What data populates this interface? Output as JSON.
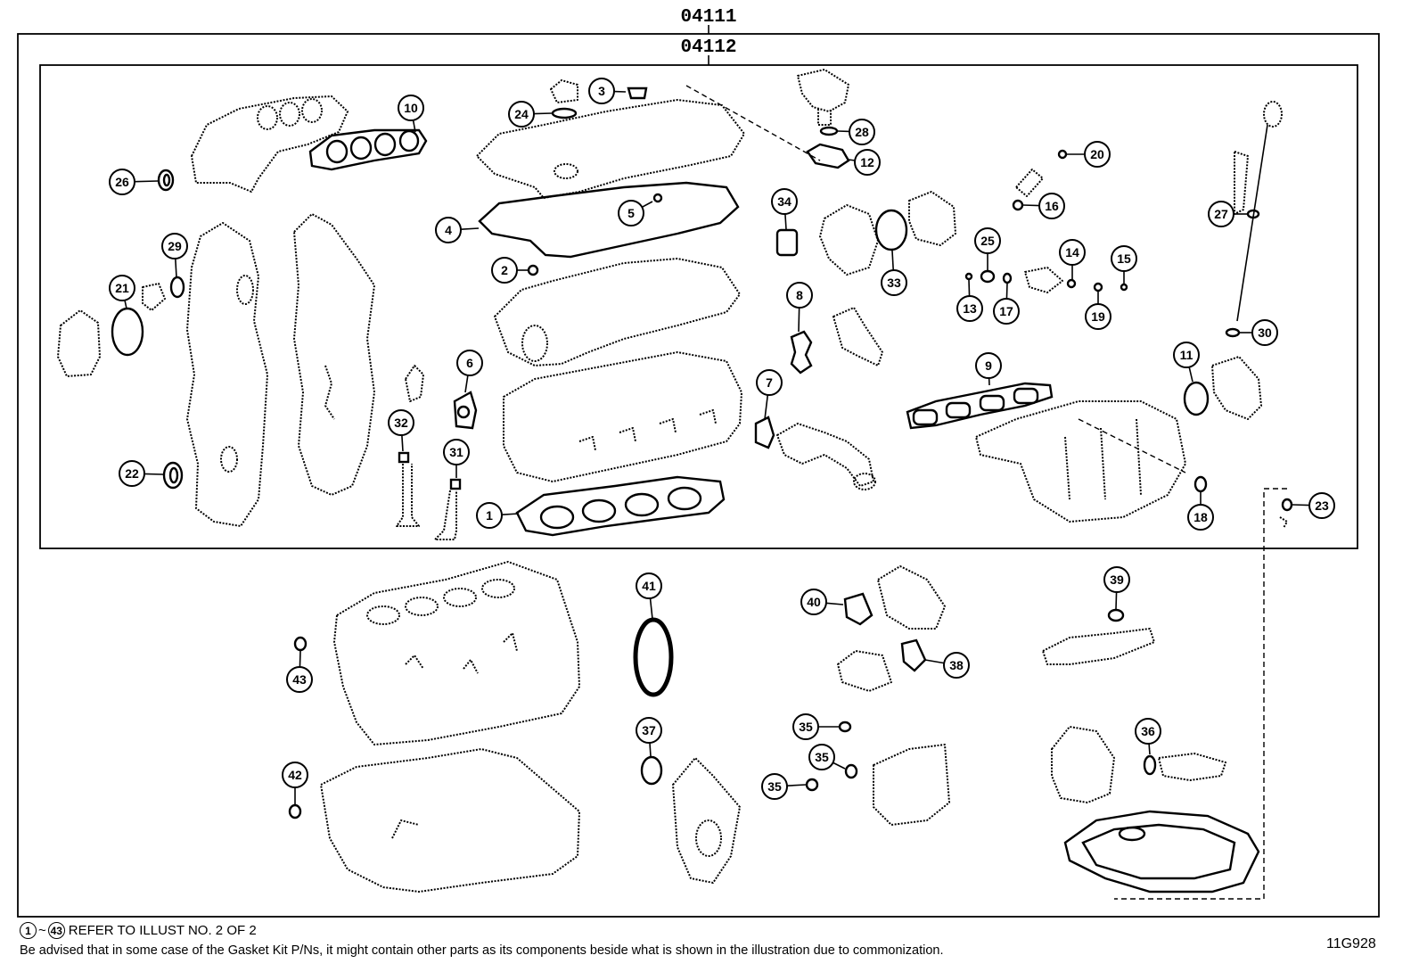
{
  "kit_outer": {
    "code": "04111"
  },
  "kit_inner": {
    "code": "04112"
  },
  "callouts": [
    {
      "n": "1"
    },
    {
      "n": "2"
    },
    {
      "n": "3"
    },
    {
      "n": "4"
    },
    {
      "n": "5"
    },
    {
      "n": "6"
    },
    {
      "n": "7"
    },
    {
      "n": "8"
    },
    {
      "n": "9"
    },
    {
      "n": "10"
    },
    {
      "n": "11"
    },
    {
      "n": "12"
    },
    {
      "n": "13"
    },
    {
      "n": "14"
    },
    {
      "n": "15"
    },
    {
      "n": "16"
    },
    {
      "n": "17"
    },
    {
      "n": "18"
    },
    {
      "n": "19"
    },
    {
      "n": "20"
    },
    {
      "n": "21"
    },
    {
      "n": "22"
    },
    {
      "n": "23"
    },
    {
      "n": "24"
    },
    {
      "n": "25"
    },
    {
      "n": "26"
    },
    {
      "n": "27"
    },
    {
      "n": "28"
    },
    {
      "n": "29"
    },
    {
      "n": "30"
    },
    {
      "n": "31"
    },
    {
      "n": "32"
    },
    {
      "n": "33"
    },
    {
      "n": "34"
    },
    {
      "n": "35"
    },
    {
      "n": "35"
    },
    {
      "n": "35"
    },
    {
      "n": "36"
    },
    {
      "n": "37"
    },
    {
      "n": "38"
    },
    {
      "n": "39"
    },
    {
      "n": "40"
    },
    {
      "n": "41"
    },
    {
      "n": "42"
    },
    {
      "n": "43"
    }
  ],
  "footer": {
    "range_start": "1",
    "range_sep": "~",
    "range_end": "43",
    "refer_text": "REFER TO ILLUST NO. 2 OF 2",
    "advisory": "Be advised that in some case of the Gasket Kit P/Ns,  it might contain other parts as its components beside what is shown in the illustration due to commonization.",
    "figure_id": "11G928"
  }
}
